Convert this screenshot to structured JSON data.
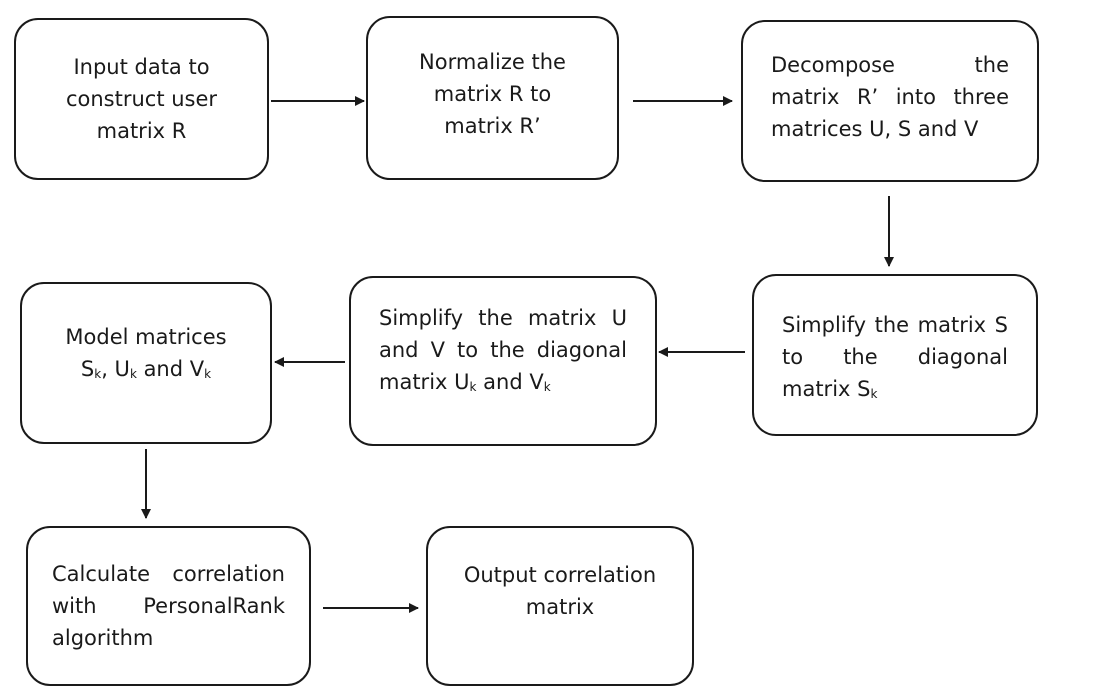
{
  "steps": {
    "input": {
      "lines": [
        "Input data to",
        "construct user",
        "matrix R"
      ]
    },
    "normalize": {
      "lines": [
        "Normalize the",
        "matrix R to",
        "matrix R’"
      ]
    },
    "decompose": {
      "lines": [
        "Decompose the",
        "matrix R’ into three",
        "matrices U, S and V"
      ]
    },
    "simplify_s": {
      "line1": "Simplify the matrix S",
      "line2": "to the diagonal",
      "line3_pre": "matrix S",
      "sub": "k"
    },
    "simplify_uv": {
      "line1": "Simplify the matrix U",
      "line2": "and V to the diagonal",
      "line3_pre": "matrix U",
      "line3_sub1": "k",
      "line3_mid": " and V",
      "line3_sub2": "k"
    },
    "model": {
      "line1": "Model matrices",
      "s": "S",
      "sub_s": "k",
      "sep1": ", U",
      "sub_u": "k",
      "sep2": " and V",
      "sub_v": "k"
    },
    "calculate": {
      "lines": [
        "Calculate correlation",
        "with PersonalRank",
        "algorithm"
      ]
    },
    "output": {
      "lines": [
        "Output correlation",
        "matrix"
      ]
    }
  },
  "colors": {
    "stroke": "#1a1a1a",
    "background": "#ffffff"
  }
}
